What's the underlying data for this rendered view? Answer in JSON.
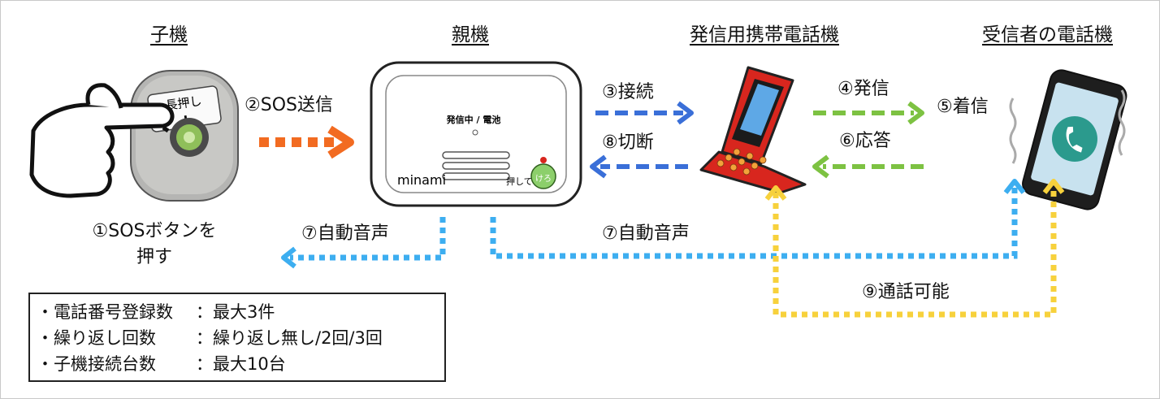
{
  "headers": {
    "child": "子機",
    "parent": "親機",
    "caller_phone": "発信用携帯電話機",
    "receiver_phone": "受信者の電話機"
  },
  "steps": {
    "s1": "①SOSボタンを押す",
    "s2": "②SOS送信",
    "s3": "③接続",
    "s4": "④発信",
    "s5": "⑤着信",
    "s6": "⑥応答",
    "s7a": "⑦自動音声",
    "s7b": "⑦自動音声",
    "s8": "⑧切断",
    "s9": "⑨通話可能"
  },
  "device_text": {
    "child_button": "長押し",
    "parent_status": "発信中 / 電池",
    "parent_brand": "minami",
    "parent_push": "押して",
    "parent_mascot": "けろ"
  },
  "specs": [
    {
      "key": "・電話番号登録数",
      "value": "：最大3件"
    },
    {
      "key": "・繰り返し回数",
      "value": "：繰り返し無し/2回/3回"
    },
    {
      "key": "・子機接続台数",
      "value": "：最大10台"
    }
  ],
  "colors": {
    "sos_arrow": "#f26b21",
    "connect_arrow": "#3a6fd8",
    "green_arrow": "#7dc242",
    "voice_arrow": "#3daef0",
    "talk_arrow": "#f7d13c",
    "flip_phone": "#d8261e",
    "smartphone_screen": "#2b9a8d"
  }
}
